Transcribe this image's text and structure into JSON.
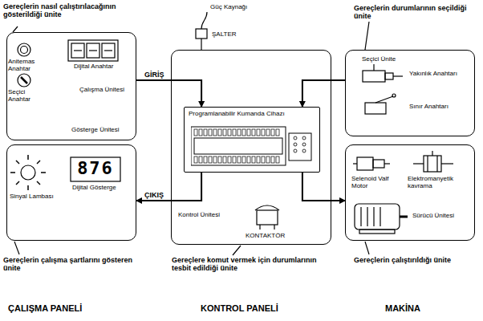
{
  "diagram": {
    "nodes": [
      {
        "text": [
          "Gereçlerin nasıl çalıştırılacağının gösterildiği ünite",
          "Çalışma Ünitesi",
          "Gösterge Ünitesi"
        ]
      },
      {
        "text": [
          "Gereçlerin çalışma şartlarını gösteren ünite"
        ]
      },
      {
        "text": [
          "Kontrol Ünitesi",
          "Gereçlere komut vermek için durumlarının tesbit edildiği ünite"
        ]
      },
      {
        "text": [
          "Programlanabilir Kumanda Cihazı"
        ],
        "in": 2
      },
      {
        "text": [
          "Gereçlerin durumlarının seçildiği ünite",
          "Seçici Ünite"
        ]
      },
      {
        "text": [
          "Gereçlerin çalıştırıldığı ünite"
        ]
      }
    ],
    "edges": [
      {
        "from": 0,
        "to": 3,
        "arrow": "to",
        "label": "GİRİŞ"
      },
      {
        "from": 4,
        "to": 3,
        "arrow": "to"
      },
      {
        "from": 3,
        "to": 1,
        "arrow": "to",
        "label": "ÇIKIŞ"
      },
      {
        "from": 3,
        "to": 5,
        "arrow": "to"
      }
    ],
    "labels": [
      "Anitemas Anahtar",
      "Seçici Anahtar",
      "Dijital Anahtar",
      "876",
      "Sinyal Lambası",
      "Dijital Gösterge",
      "Güç Kaynağı",
      "ŞALTER",
      "KONTAKTÖR",
      "Yakınlık Anahtarı",
      "Sınır Anahtarı",
      "Selenoid Valf Motor",
      "Elektromanyetik kavrama",
      "Sürücü Ünitesi",
      "ÇALIŞMA PANELİ",
      "KONTROL PANELİ",
      "MAKİNA"
    ]
  }
}
